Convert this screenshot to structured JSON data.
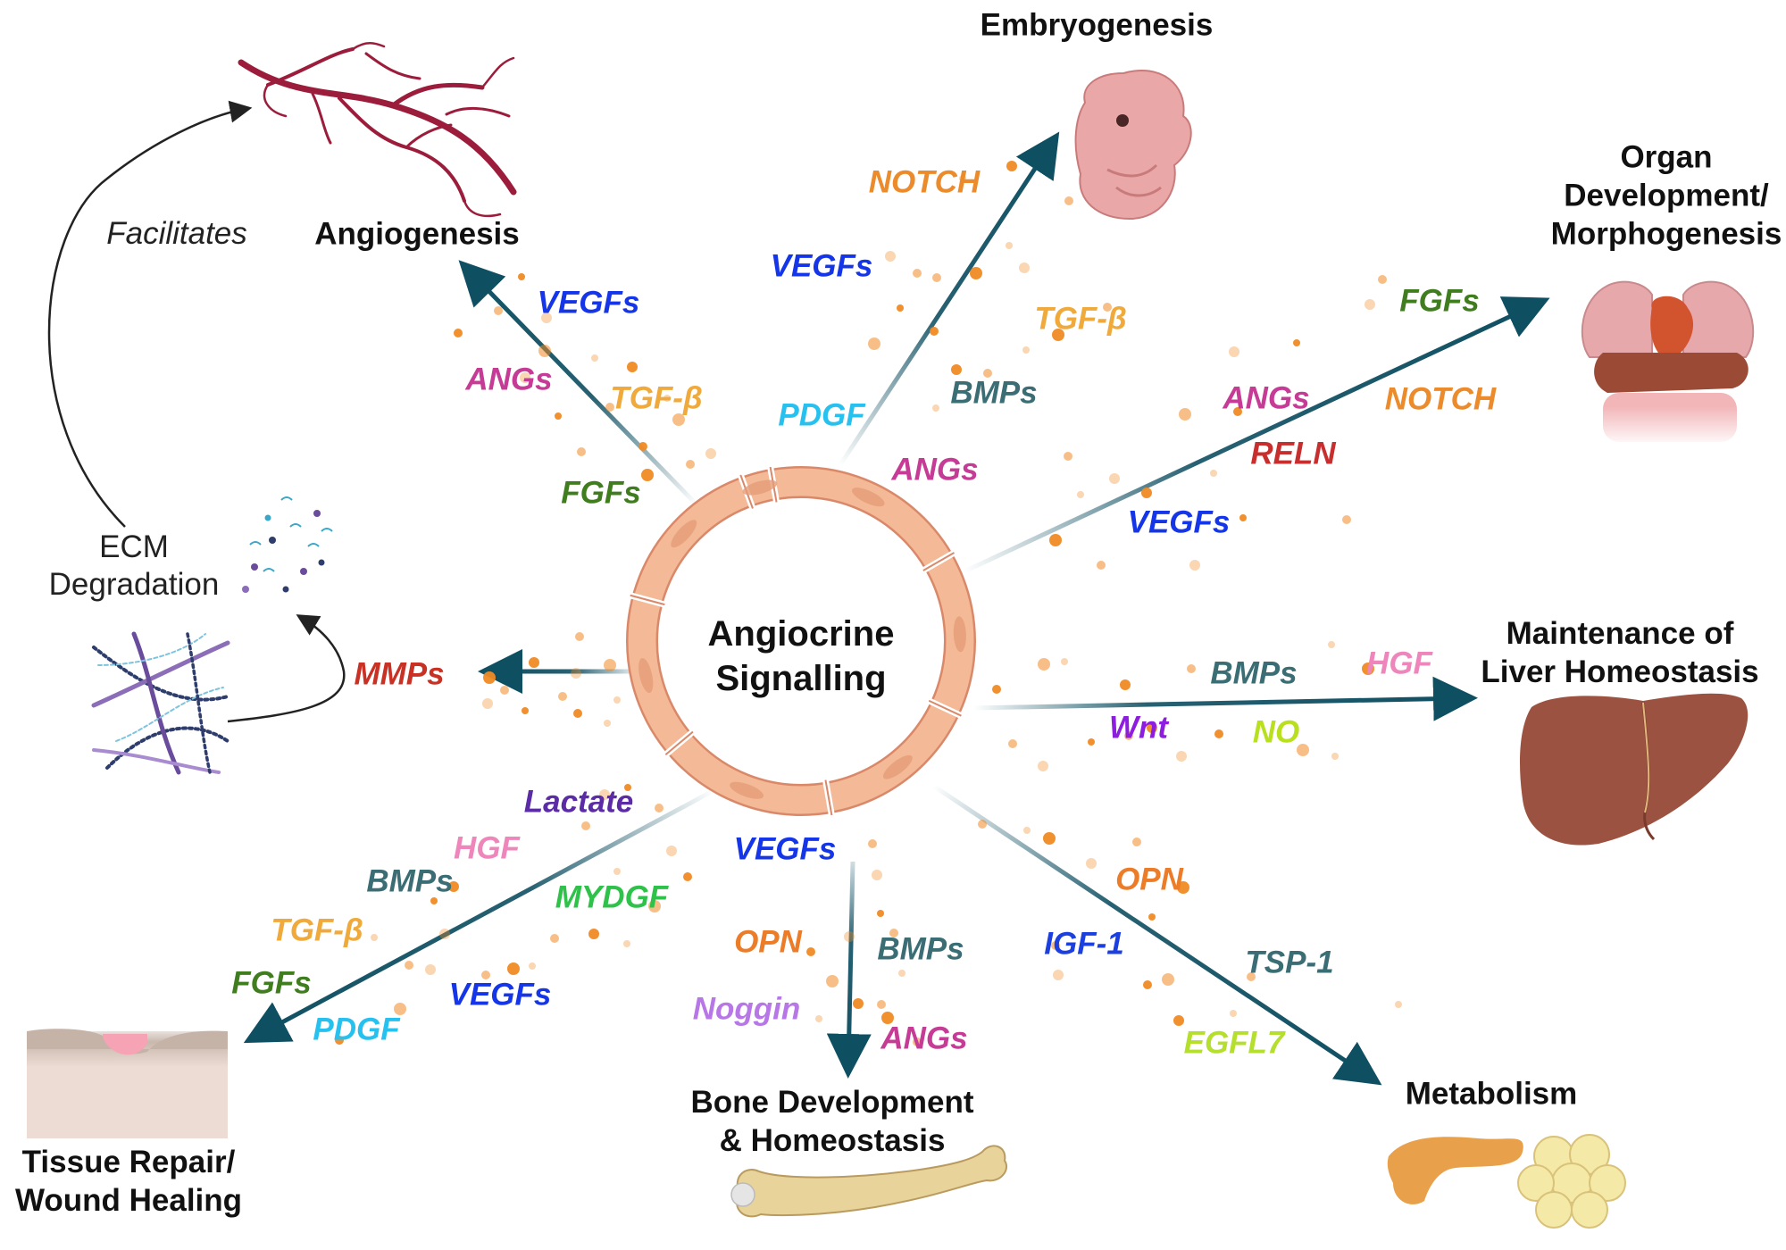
{
  "center": {
    "title": "Angiocrine\nSignalling"
  },
  "outcomes": {
    "angiogenesis": "Angiogenesis",
    "embryogenesis": "Embryogenesis",
    "organ": "Organ\nDevelopment/\nMorphogenesis",
    "liver": "Maintenance of\nLiver Homeostasis",
    "metabolism": "Metabolism",
    "bone": "Bone Development\n& Homeostasis",
    "tissue": "Tissue Repair/\nWound Healing"
  },
  "side": {
    "facilitates": "Facilitates",
    "ecm": "ECM\nDegradation"
  },
  "colors": {
    "arrow": "#0f4f62",
    "dot": "#f08a24",
    "cell_fill": "#f4b996",
    "cell_stroke": "#d9896a"
  },
  "factors": {
    "angiogenesis": [
      "VEGFs",
      "ANGs",
      "TGF-β",
      "FGFs"
    ],
    "embryogenesis": [
      "NOTCH",
      "VEGFs",
      "TGF-β",
      "BMPs",
      "PDGF",
      "ANGs"
    ],
    "organ": [
      "FGFs",
      "ANGs",
      "NOTCH",
      "RELN",
      "VEGFs"
    ],
    "liver": [
      "BMPs",
      "HGF",
      "Wnt",
      "NO"
    ],
    "metabolism": [
      "OPN",
      "IGF-1",
      "TSP-1",
      "EGFL7"
    ],
    "bone": [
      "VEGFs",
      "OPN",
      "BMPs",
      "Noggin",
      "ANGs"
    ],
    "tissue": [
      "Lactate",
      "HGF",
      "BMPs",
      "MYDGF",
      "TGF-β",
      "FGFs",
      "VEGFs",
      "PDGF"
    ],
    "ecm": [
      "MMPs"
    ]
  },
  "factor_colors": {
    "VEGFs": "#1536e8",
    "ANGs": "#c53b95",
    "TGF-β": "#f0aa3c",
    "FGFs": "#3f7d1e",
    "NOTCH": "#ec8b2b",
    "BMPs": "#3b6d75",
    "PDGF": "#27c1f0",
    "RELN": "#c72f2f",
    "HGF": "#ee85bb",
    "Wnt": "#8d1ee0",
    "NO": "#b9e01e",
    "OPN": "#ec7c28",
    "IGF-1": "#1c3fe0",
    "TSP-1": "#3b6d75",
    "EGFL7": "#b5df2d",
    "Noggin": "#b777e6",
    "Lactate": "#5b2ca6",
    "MYDGF": "#2fc24a",
    "MMPs": "#c83124"
  }
}
